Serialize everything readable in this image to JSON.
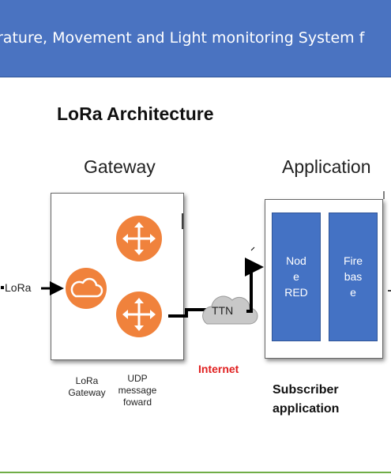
{
  "banner": {
    "title": "rature, Movement and Light monitoring System f"
  },
  "diagram": {
    "heading": "LoRa Architecture",
    "gateway_title": "Gateway",
    "application_title": "Application",
    "lora_label": "LoRa",
    "ttn_label": "TTN",
    "internet_label": "Internet",
    "gateway_caption": [
      "LoRa",
      "Gateway"
    ],
    "udp_caption": [
      "UDP",
      "message",
      "foward"
    ],
    "node_red": [
      "Nod",
      "e",
      "RED"
    ],
    "firebase": [
      "Fire",
      "bas",
      "e"
    ],
    "subscriber": [
      "Subscriber",
      "application"
    ]
  },
  "colors": {
    "banner": "#4a73c1",
    "tile": "#4472c4",
    "orange_icon": "#f0823c",
    "cloud_gray": "#bfbfbf",
    "internet_red": "#e02020",
    "footer_green": "#70ad47"
  }
}
